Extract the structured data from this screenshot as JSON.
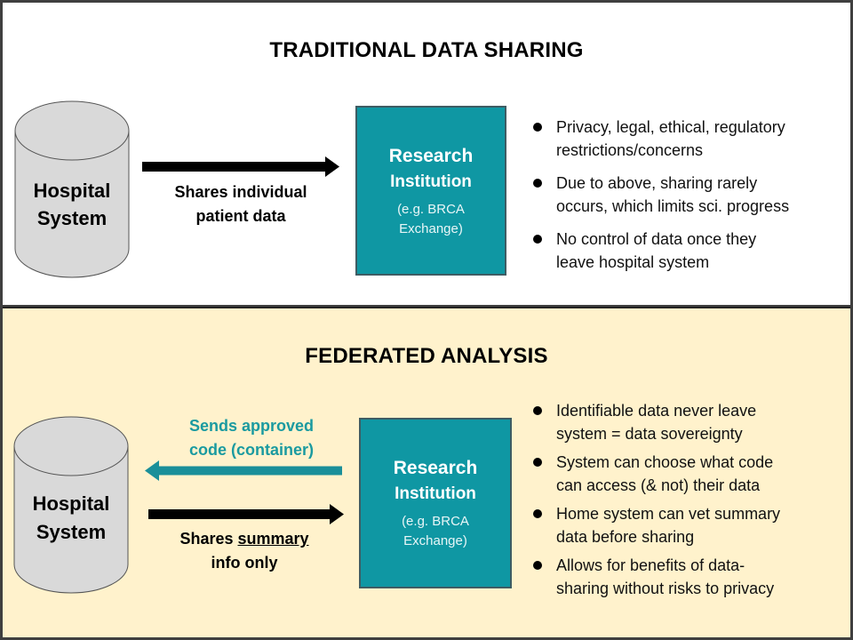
{
  "colors": {
    "teal_box": "#0f97a3",
    "teal_text": "#1a9aa0",
    "cylinder_fill": "#d9d9d9",
    "bottom_panel_bg": "#fff2cc",
    "top_panel_bg": "#ffffff",
    "frame": "#3f3f3f"
  },
  "traditional": {
    "title": "TRADITIONAL DATA SHARING",
    "hospital": {
      "line1": "Hospital",
      "line2": "System"
    },
    "arrow_label": {
      "line1": "Shares individual",
      "line2": "patient data"
    },
    "institution": {
      "line1": "Research",
      "line2": "Institution",
      "example_line1": "(e.g. BRCA",
      "example_line2": "Exchange)"
    },
    "bullets": [
      {
        "line1": "Privacy, legal, ethical, regulatory",
        "line2": "restrictions/concerns"
      },
      {
        "line1": "Due to above, sharing rarely",
        "line2": "occurs, which limits sci. progress"
      },
      {
        "line1": "No control of data once they",
        "line2": "leave hospital system"
      }
    ]
  },
  "federated": {
    "title": "FEDERATED ANALYSIS",
    "hospital": {
      "line1": "Hospital",
      "line2": "System"
    },
    "code_arrow_label": {
      "line1": "Sends approved",
      "line2": "code (container)"
    },
    "summary_arrow_label": {
      "prefix": "Shares ",
      "underlined": "summary",
      "line2": "info only"
    },
    "institution": {
      "line1": "Research",
      "line2": "Institution",
      "example_line1": "(e.g. BRCA",
      "example_line2": "Exchange)"
    },
    "bullets": [
      {
        "line1": "Identifiable data never leave",
        "line2": "system  =  data sovereignty"
      },
      {
        "line1": "System can choose what code",
        "line2": "can access (& not) their data"
      },
      {
        "line1": "Home system can vet summary",
        "line2": "data before sharing"
      },
      {
        "line1": "Allows for benefits of data-",
        "line2": "sharing without risks to privacy"
      }
    ]
  }
}
